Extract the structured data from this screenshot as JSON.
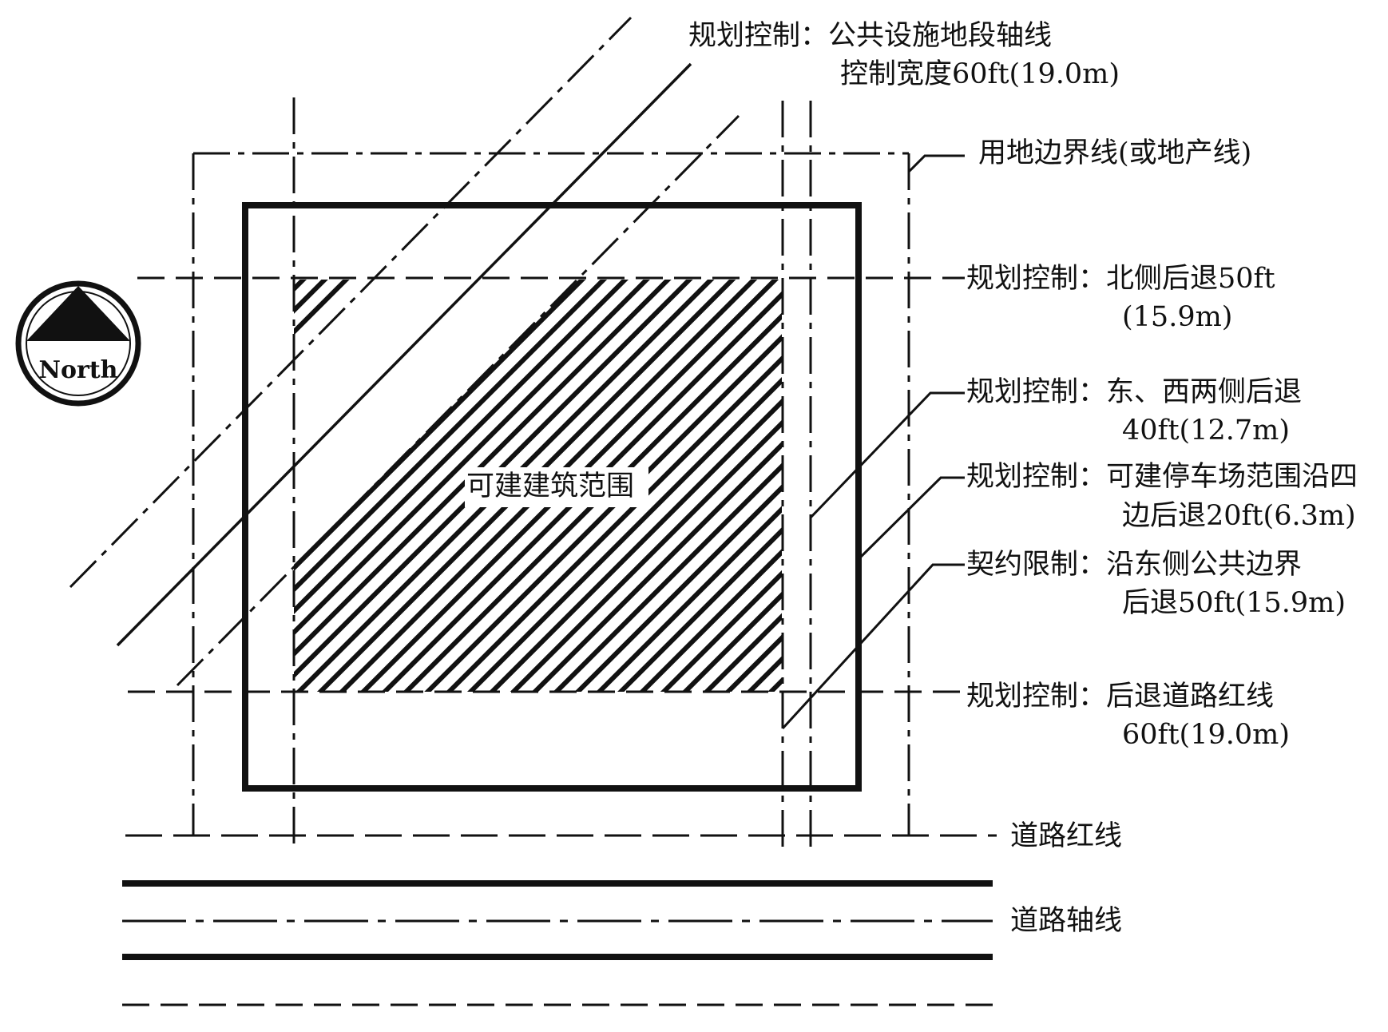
{
  "north_label": "North",
  "buildable_area_label": "可建建筑范围",
  "labels": {
    "public_axis": [
      "规划控制：公共设施地段轴线",
      "控制宽度60ft(19.0m)"
    ],
    "property_line": [
      "用地边界线(或地产线)"
    ],
    "north_setback": [
      "规划控制：北侧后退50ft",
      "(15.9m)"
    ],
    "east_west_setback": [
      "规划控制：东、西两侧后退",
      "40ft(12.7m)"
    ],
    "parking_setback": [
      "规划控制：可建停车场范围沿四",
      "边后退20ft(6.3m)"
    ],
    "covenant": [
      "契约限制：沿东侧公共边界",
      "后退50ft(15.9m)"
    ],
    "road_setback": [
      "规划控制：后退道路红线",
      "60ft(19.0m)"
    ],
    "road_red_line": [
      "道路红线"
    ],
    "road_axis": [
      "道路轴线"
    ]
  },
  "colors": {
    "ink": "#111111",
    "background": "#ffffff"
  }
}
